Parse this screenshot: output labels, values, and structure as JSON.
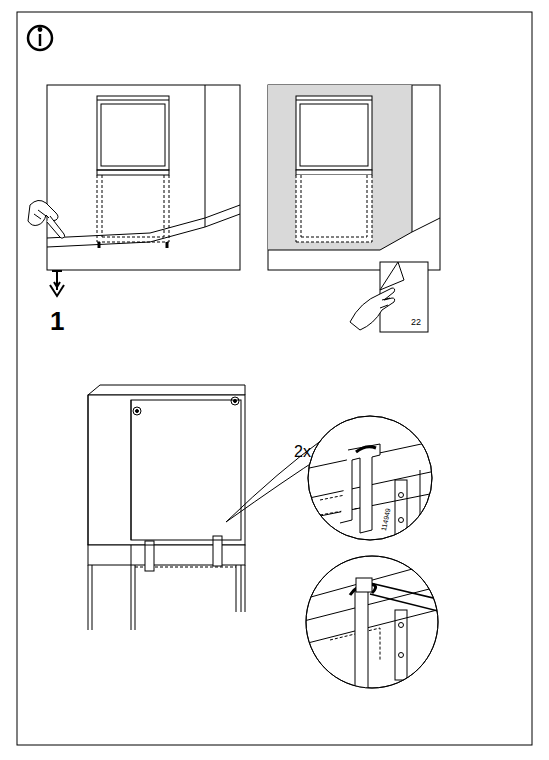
{
  "diagram": {
    "labels": [
      "1",
      "22",
      "2x",
      "114949"
    ]
  }
}
